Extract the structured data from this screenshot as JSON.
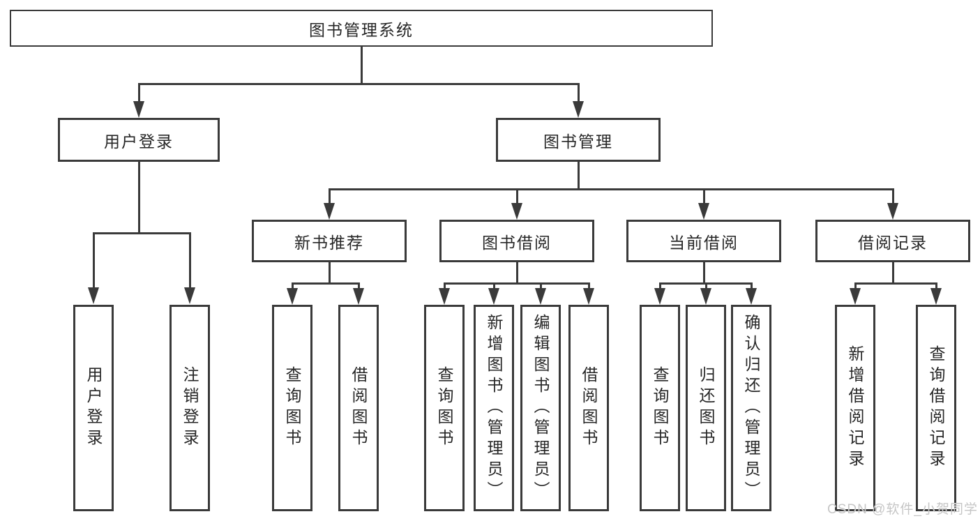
{
  "colors": {
    "line": "#3a3a3a",
    "box_border": "#3a3a3a",
    "box_background": "#ffffff",
    "text": "#262626",
    "background": "#ffffff",
    "watermark": "#c6c6c6"
  },
  "watermark": {
    "text": "CSDN @软件_小贺同学"
  },
  "tree": {
    "label": "图书管理系统",
    "children": [
      {
        "label": "用户登录",
        "children": [
          {
            "label": "用户登录"
          },
          {
            "label": "注销登录"
          }
        ]
      },
      {
        "label": "图书管理",
        "children": [
          {
            "label": "新书推荐",
            "children": [
              {
                "label": "查询图书"
              },
              {
                "label": "借阅图书"
              }
            ]
          },
          {
            "label": "图书借阅",
            "children": [
              {
                "label": "查询图书"
              },
              {
                "label": "新增图书（管理员）"
              },
              {
                "label": "编辑图书（管理员）"
              },
              {
                "label": "借阅图书"
              }
            ]
          },
          {
            "label": "当前借阅",
            "children": [
              {
                "label": "查询图书"
              },
              {
                "label": "归还图书"
              },
              {
                "label": "确认归还（管理员）"
              }
            ]
          },
          {
            "label": "借阅记录",
            "children": [
              {
                "label": "新增借阅记录"
              },
              {
                "label": "查询借阅记录"
              }
            ]
          }
        ]
      }
    ]
  }
}
